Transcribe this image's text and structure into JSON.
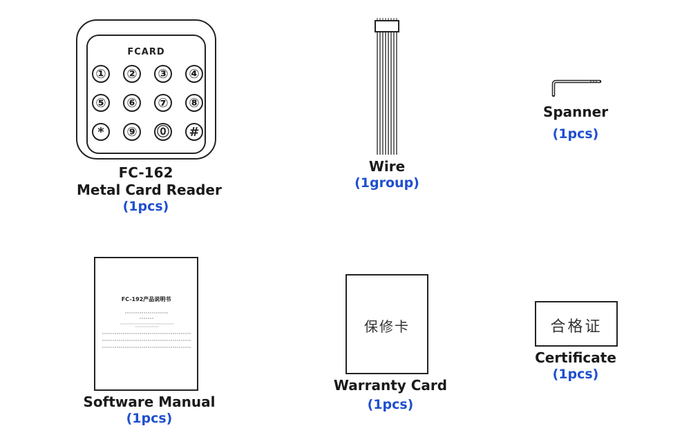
{
  "reader": {
    "brand": "FCARD",
    "keys": [
      "①",
      "②",
      "③",
      "④",
      "⑤",
      "⑥",
      "⑦",
      "⑧",
      "*",
      "⑨",
      "⓪",
      "#"
    ],
    "name_line1": "FC-162",
    "name_line2": "Metal Card Reader",
    "qty": "(1pcs)"
  },
  "wire": {
    "name": "Wire",
    "qty": "(1group)"
  },
  "spanner": {
    "name": "Spanner",
    "qty": "(1pcs)"
  },
  "manual": {
    "doc_title": "FC-192产品说明书",
    "name": "Software Manual",
    "qty": "(1pcs)"
  },
  "warranty": {
    "card_text": "保修卡",
    "name": "Warranty Card",
    "qty": "(1pcs)"
  },
  "certificate": {
    "card_text": "合格证",
    "name": "Certificate",
    "qty": "(1pcs)"
  }
}
